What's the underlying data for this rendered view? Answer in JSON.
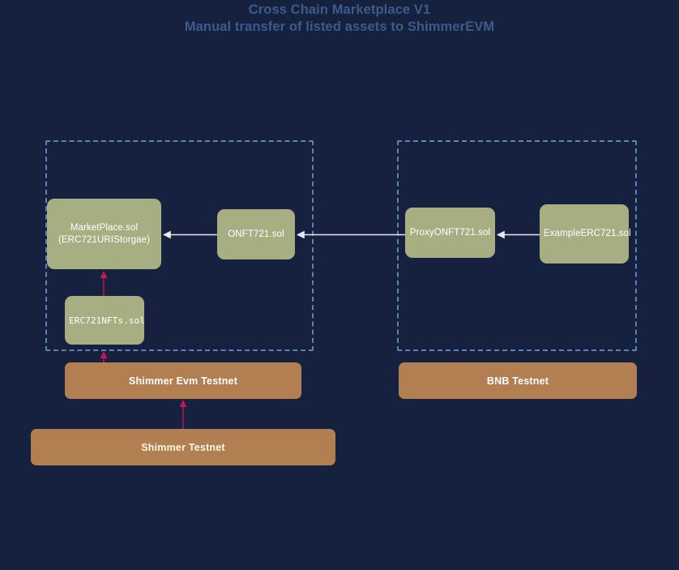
{
  "diagram": {
    "title_line1": "Cross Chain Marketplace V1",
    "title_line2": "Manual transfer of listed assets to ShimmerEVM",
    "background_color": "#16203f",
    "title_color": "#3c5b8a",
    "contract_node_color": "#a7ae81",
    "network_node_color": "#b17f51",
    "group_border_color": "#5b84b1",
    "connector_color": "#e8e8ef",
    "highlight_connector_color": "#c2185b"
  },
  "groups": [
    {
      "id": "group-shimmer",
      "label": "",
      "network": "Shimmer Evm Testnet"
    },
    {
      "id": "group-bnb",
      "label": "",
      "network": "BNB Testnet"
    }
  ],
  "contracts": [
    {
      "id": "marketplace",
      "label": "MarketPlace.sol\n(ERC721URIStorgae)",
      "line1": "MarketPlace.sol",
      "line2": "(ERC721URIStorgae)",
      "font": "sans"
    },
    {
      "id": "onft721",
      "label": "ONFT721.sol",
      "font": "sans"
    },
    {
      "id": "erc721nfts",
      "label": "ERC721NFTs.sol",
      "font": "mono"
    },
    {
      "id": "proxyonft721",
      "label": "ProxyONFT721.sol",
      "font": "sans"
    },
    {
      "id": "exampleerc721",
      "label": "ExampleERC721.sol",
      "font": "sans"
    }
  ],
  "networks": [
    {
      "id": "shimmer-evm",
      "label": "Shimmer Evm Testnet"
    },
    {
      "id": "bnb",
      "label": "BNB Testnet"
    },
    {
      "id": "shimmer",
      "label": "Shimmer Testnet"
    }
  ],
  "connections": [
    {
      "from": "onft721",
      "to": "marketplace",
      "style": "white",
      "direction": "left"
    },
    {
      "from": "proxyonft721",
      "to": "onft721",
      "style": "white",
      "direction": "left"
    },
    {
      "from": "exampleerc721",
      "to": "proxyonft721",
      "style": "white",
      "direction": "left"
    },
    {
      "from": "erc721nfts",
      "to": "marketplace",
      "style": "pink",
      "direction": "up"
    },
    {
      "from": "shimmer-evm",
      "to": "marketplace",
      "style": "pink",
      "direction": "up"
    },
    {
      "from": "shimmer",
      "to": "shimmer-evm",
      "style": "pink",
      "direction": "up"
    }
  ]
}
